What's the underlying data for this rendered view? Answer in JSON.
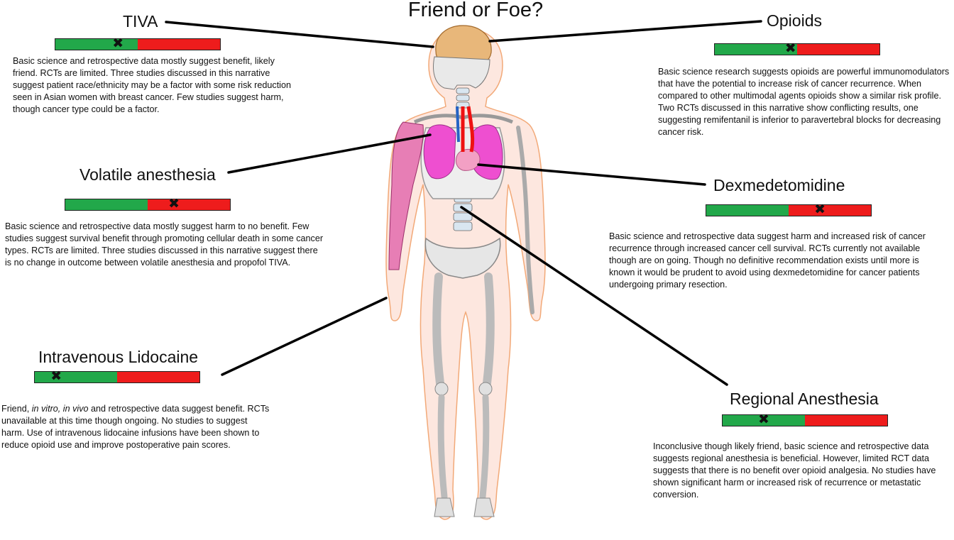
{
  "title": "Friend or Foe?",
  "colors": {
    "friend": "#22a84a",
    "foe": "#ee1c1c"
  },
  "panels": [
    {
      "id": "tiva",
      "heading": "TIVA",
      "marker": 0.38,
      "text": "Basic science and retrospective data mostly suggest benefit, likely friend. RCTs are limited. Three studies discussed in this narrative suggest patient race/ethnicity may be a factor with some risk reduction seen in Asian women with breast cancer. Few studies suggest harm, though cancer type could be a factor."
    },
    {
      "id": "opioids",
      "heading": "Opioids",
      "marker": 0.46,
      "text": "Basic science research suggests opioids are powerful immunomodulators that have the potential to increase risk of cancer recurrence. When compared to other multimodal agents opioids show a similar risk profile. Two RCTs discussed in this narrative show conflicting results, one suggesting remifentanil is inferior to paravertebral blocks for decreasing cancer risk."
    },
    {
      "id": "volatile",
      "heading": "Volatile anesthesia",
      "marker": 0.66,
      "text": "Basic science and retrospective data mostly suggest harm to no benefit. Few studies suggest survival benefit through promoting cellular death in some cancer types. RCTs are limited. Three studies discussed in this narrative suggest there is no change in outcome between volatile anesthesia and propofol TIVA."
    },
    {
      "id": "dexmedetomidine",
      "heading": "Dexmedetomidine",
      "marker": 0.69,
      "text": "Basic science and retrospective data suggest harm and increased risk of cancer recurrence through increased cancer cell survival. RCTs currently not available though are on going. Though no definitive recommendation exists until more is known it would be prudent to avoid using dexmedetomidine for cancer patients undergoing primary resection."
    },
    {
      "id": "lidocaine",
      "heading": "Intravenous Lidocaine",
      "marker": 0.13,
      "italic_words": "in vitro, in vivo",
      "text_prefix": "Friend, ",
      "text": " and retrospective data suggest benefit. RCTs unavailable at this time though ongoing. No studies to suggest harm. Use of intravenous lidocaine infusions have been shown to reduce opioid use and improve postoperative pain scores."
    },
    {
      "id": "regional",
      "heading": "Regional Anesthesia",
      "marker": 0.25,
      "text": "Inconclusive though likely friend, basic science and retrospective data suggests regional anesthesia is beneficial. However, limited RCT data suggests that there is no benefit over opioid analgesia. No studies have shown significant harm or increased risk of recurrence or metastatic conversion."
    }
  ]
}
